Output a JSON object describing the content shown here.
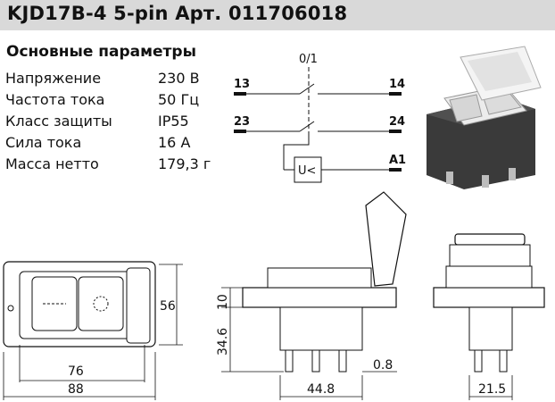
{
  "header": {
    "title": "KJD17B-4 5-pin Арт. 011706018"
  },
  "params": {
    "heading": "Основные параметры",
    "rows": [
      {
        "name": "Напряжение",
        "value": "230 В"
      },
      {
        "name": "Частота тока",
        "value": "50 Гц"
      },
      {
        "name": "Класс защиты",
        "value": "IP55"
      },
      {
        "name": "Сила тока",
        "value": "16 А"
      },
      {
        "name": "Масса нетто",
        "value": "179,3 г"
      }
    ]
  },
  "schematic": {
    "switch_label": "0/1",
    "terminals": {
      "t13": "13",
      "t14": "14",
      "t23": "23",
      "t24": "24",
      "a1": "A1"
    },
    "coil_label": "U<"
  },
  "dimensions": {
    "front_height": "56",
    "front_inner_width": "76",
    "front_outer_width": "88",
    "side_top": "10",
    "side_body": "34.6",
    "side_width": "44.8",
    "side_offset": "0.8",
    "end_width": "21.5"
  },
  "colors": {
    "title_bar": "#d9d9d9",
    "housing": "#3a3a3a",
    "cover": "#e8e8e8"
  }
}
